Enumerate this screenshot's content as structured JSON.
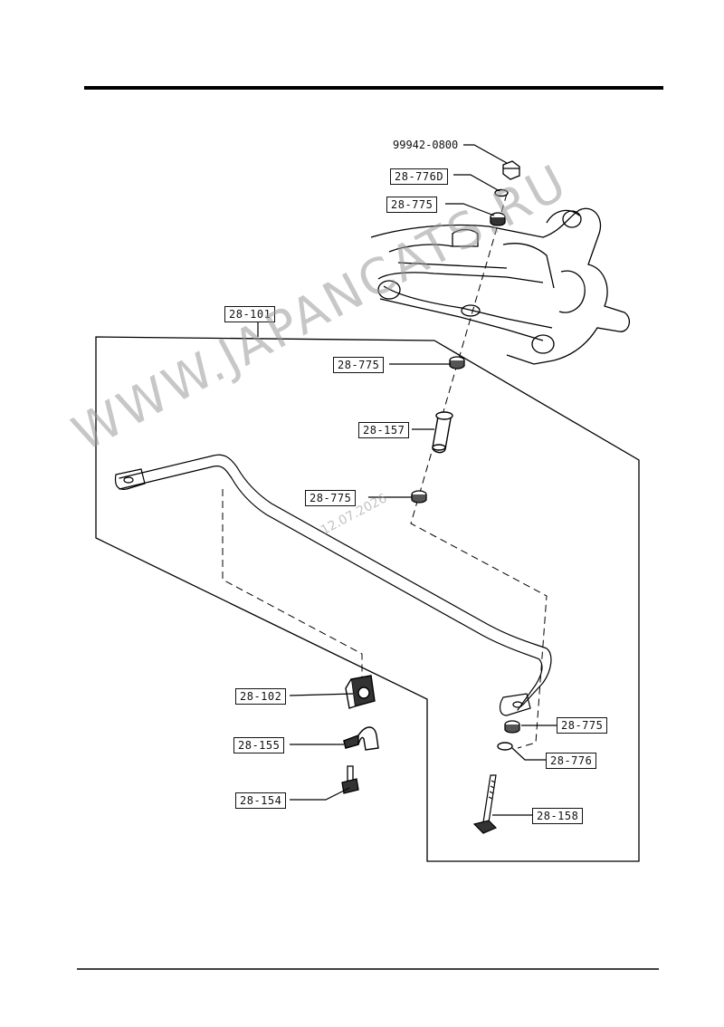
{
  "parts": {
    "p99942_0800": "99942-0800",
    "p28_776D": "28-776D",
    "p28_775_top": "28-775",
    "p28_101": "28-101",
    "p28_775_link_upper": "28-775",
    "p28_157": "28-157",
    "p28_775_link_lower": "28-775",
    "p28_102": "28-102",
    "p28_155": "28-155",
    "p28_154": "28-154",
    "p28_775_bottom": "28-775",
    "p28_776": "28-776",
    "p28_158": "28-158"
  },
  "watermark": {
    "site": "WWW.JAPANCATS.RU",
    "date": "12.07.2026"
  }
}
